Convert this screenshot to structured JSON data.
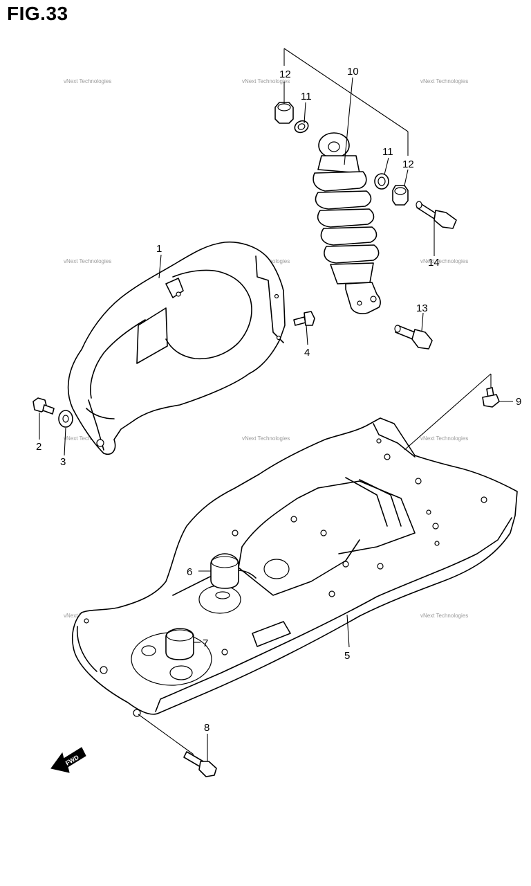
{
  "figure": {
    "title": "FIG.33"
  },
  "callouts": {
    "c1": "1",
    "c2": "2",
    "c3": "3",
    "c4": "4",
    "c5": "5",
    "c6": "6",
    "c7": "7",
    "c8": "8",
    "c9": "9",
    "c10": "10",
    "c11a": "11",
    "c11b": "11",
    "c12a": "12",
    "c12b": "12",
    "c13": "13",
    "c14": "14"
  },
  "watermark": {
    "text": "vNext Technologies"
  },
  "fwd_arrow": {
    "label": "FWD"
  }
}
